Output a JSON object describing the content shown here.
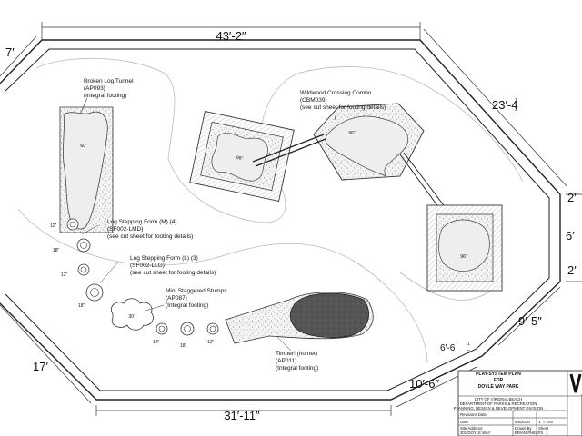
{
  "dimensions": {
    "top_width": "43′-2″",
    "top_left_corner": "7′",
    "top_right_diagonal": "23′-4",
    "top_right_fraction_num": "1",
    "top_right_fraction_den": "2",
    "right_top": "2′",
    "right_mid": "6′",
    "right_bottom": "2′",
    "bottom_right_diagonal": "9′-5″",
    "bottom_right_small": "6′-6",
    "bottom_right_small_num": "1",
    "bottom_right_small_den": "2",
    "bottom_right_corner": "10′-6″",
    "left_bottom": "17′",
    "bottom_width": "31′-11″"
  },
  "features": {
    "log_tunnel": {
      "line1": "Broken Log Tunnel",
      "line2": "(AP093)",
      "line3": "(Integral footing)",
      "height": "60\""
    },
    "crossing_combo": {
      "line1": "Wildwood Crossing Combo",
      "line2": "(CBM039)",
      "line3": "(see cut sheet for footing details)",
      "height": "96\""
    },
    "platform_left": {
      "height": "96\""
    },
    "platform_right": {
      "height": "96\""
    },
    "stepping_m": {
      "line1": "Log Stepping Form (M) (4)",
      "line2": "(SF002-LMD)",
      "line3": "(see cut sheet for footing details)"
    },
    "stepping_l": {
      "line1": "Log Stepping Form (L) (3)",
      "line2": "(SF002-LLG)",
      "line3": "(see cut sheet for footing details)"
    },
    "stumps": {
      "line1": "Mini Staggered Stumps",
      "line2": "(AP087)",
      "line3": "(Integral footing)",
      "size": "30\""
    },
    "timber": {
      "line1": "Timber! (no net)",
      "line2": "(AP011)",
      "line3": "(Integral footing)"
    },
    "step_sizes": [
      "12\"",
      "18\"",
      "12\"",
      "18\""
    ],
    "stump_sizes": [
      "12\"",
      "18\"",
      "12\""
    ]
  },
  "title_block": {
    "title1": "PLAY-SYSTEM PLAN",
    "title2": "FOR",
    "title3": "DOYLE WAY PARK",
    "org1": "CITY OF VIRGINIA BEACH",
    "org2": "DEPARTMENT OF PARKS & RECREATION",
    "org3": "PLANNING, DESIGN & DEVELOPMENT DIVISION",
    "revision_label": "Revisions Date",
    "revision_value": "",
    "date_label": "Date",
    "date_value": "5/6/2020",
    "scale_value": "1\" = 100'",
    "site_label": "Site Address:",
    "site_value": "301 DOYLE WAY",
    "drawn_label": "Drawn By",
    "drawn_value": "BRIAN PHELPS",
    "sheet_label": "Sheet",
    "sheet_value": "1"
  }
}
